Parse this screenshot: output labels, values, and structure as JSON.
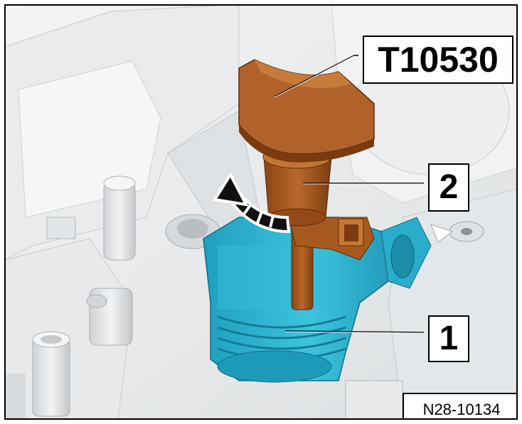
{
  "labels": {
    "tool": "T10530",
    "part_1": "1",
    "part_2": "2"
  },
  "figure_ref": "N28-10134",
  "colors": {
    "tool_brown": "#a85a1e",
    "part_blue": "#2eb5d2",
    "background_grey": "#e6e8e9",
    "frame": "#000000"
  },
  "icons": {
    "rotation_arrow": "rotate-counterclockwise-arrow-icon"
  }
}
